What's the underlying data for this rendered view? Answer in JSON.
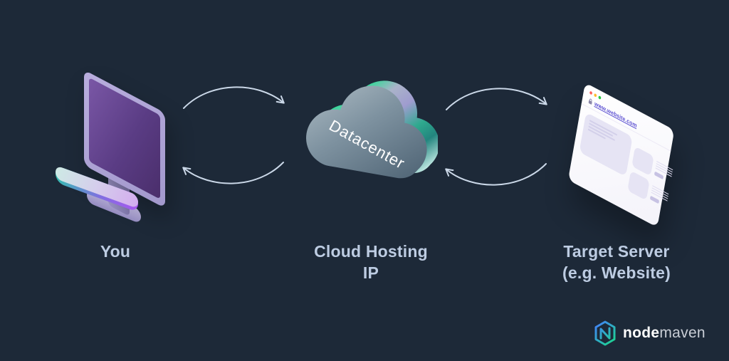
{
  "colors": {
    "background": "#1d2938",
    "label_text": "#bdcce2",
    "arrow": "#cbd8e8",
    "accent_green": "#1be48e",
    "accent_purple": "#a958ef",
    "browser_url_text": "#5b4fd1",
    "traffic_red": "#ff5f57",
    "traffic_yellow": "#febc2e",
    "traffic_green": "#28c840",
    "logo_gradient_start": "#4186f5",
    "logo_gradient_end": "#1dd393"
  },
  "nodes": {
    "you": {
      "label": "You"
    },
    "cloud": {
      "label_line1": "Cloud Hosting",
      "label_line2": "IP",
      "cloud_text": "Datacenter"
    },
    "target": {
      "label_line1": "Target Server",
      "label_line2": "(e.g. Website)",
      "browser_url": "www.website.com"
    }
  },
  "connections": [
    {
      "from": "you",
      "to": "cloud",
      "bidirectional": true
    },
    {
      "from": "cloud",
      "to": "target",
      "bidirectional": true
    }
  ],
  "footer": {
    "brand_bold": "node",
    "brand_light": "maven"
  }
}
